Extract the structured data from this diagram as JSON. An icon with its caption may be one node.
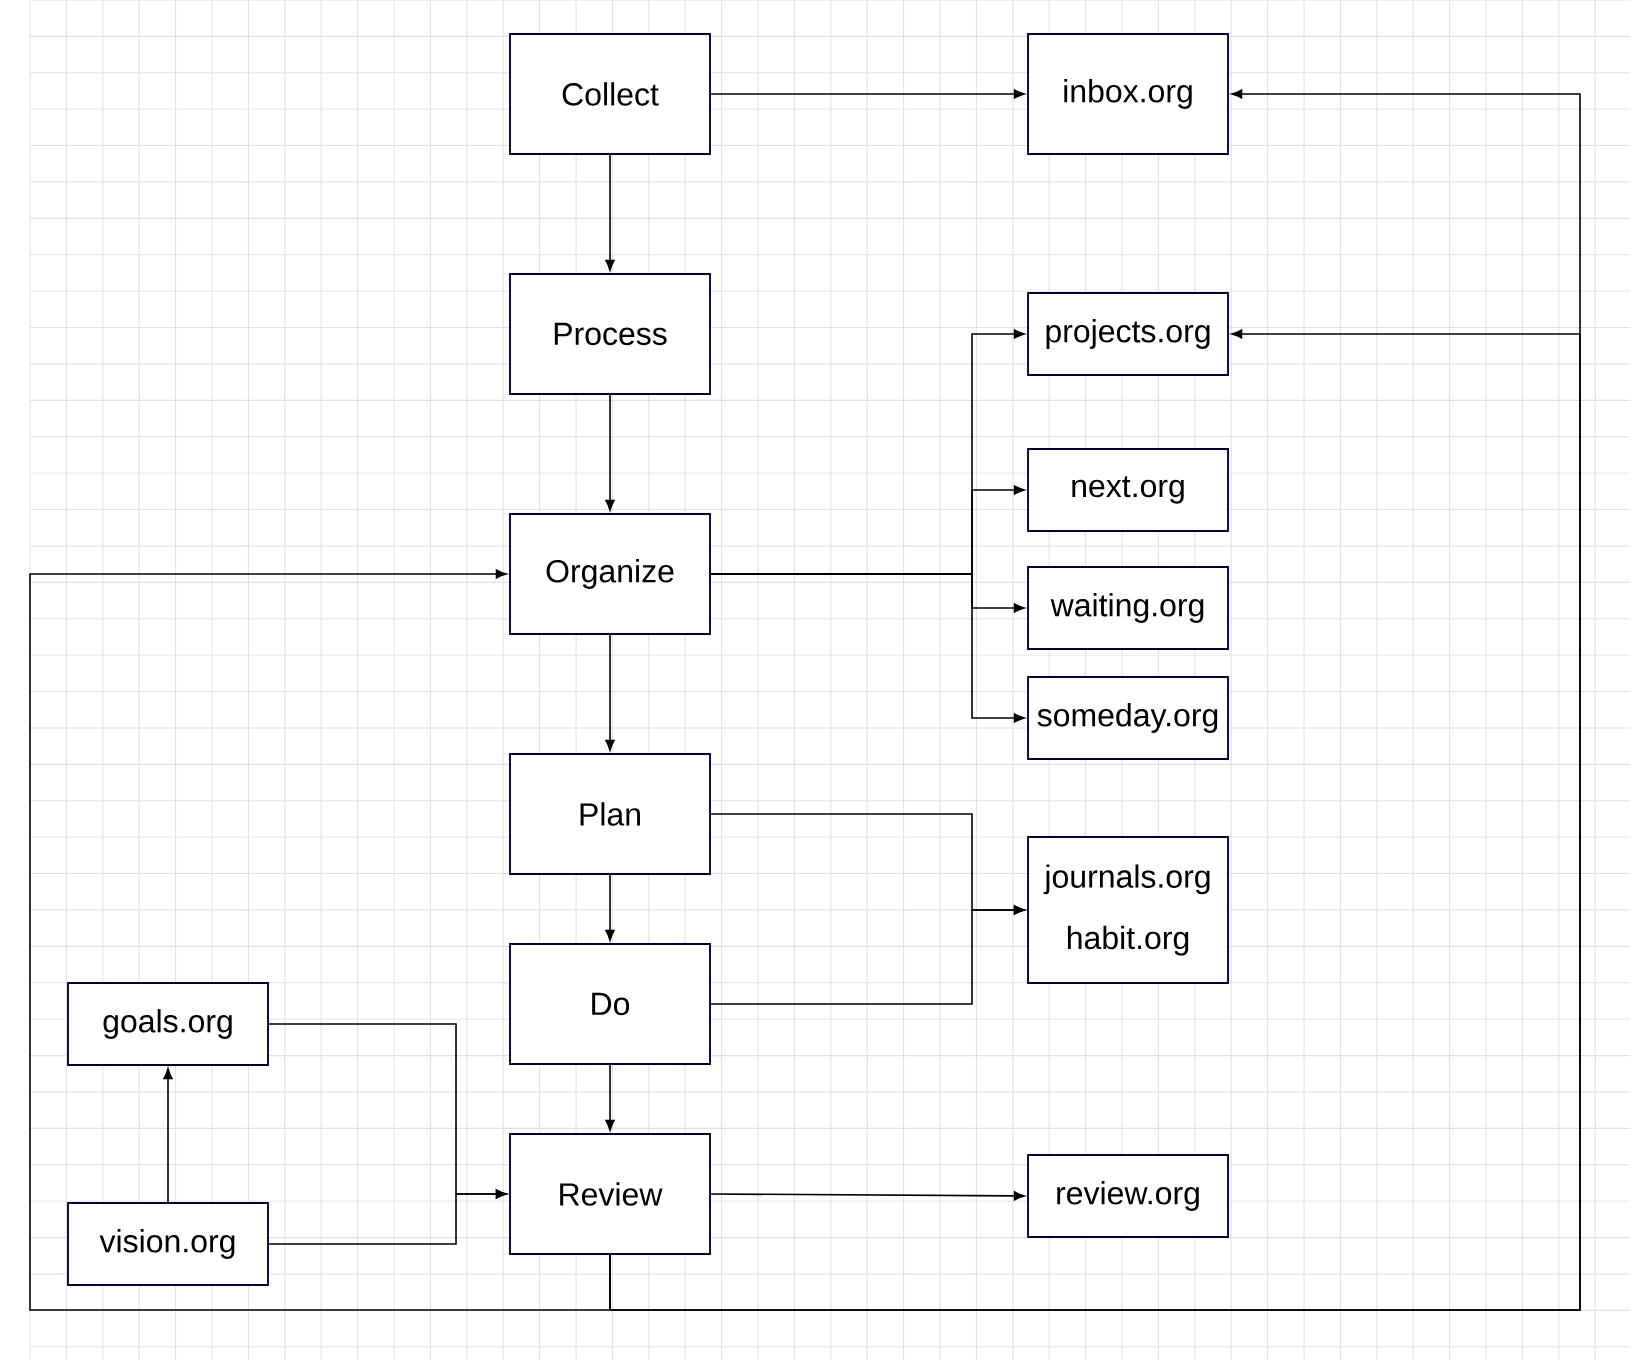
{
  "diagram": {
    "nodes": [
      {
        "text": [
          "Collect"
        ]
      },
      {
        "text": [
          "Process"
        ]
      },
      {
        "text": [
          "Organize"
        ]
      },
      {
        "text": [
          "Plan"
        ]
      },
      {
        "text": [
          "Do"
        ]
      },
      {
        "text": [
          "Review"
        ]
      },
      {
        "text": [
          "inbox.org"
        ]
      },
      {
        "text": [
          "projects.org"
        ]
      },
      {
        "text": [
          "next.org"
        ]
      },
      {
        "text": [
          "waiting.org"
        ]
      },
      {
        "text": [
          "someday.org"
        ]
      },
      {
        "text": [
          "journals.org",
          "habit.org"
        ]
      },
      {
        "text": [
          "review.org"
        ]
      },
      {
        "text": [
          "goals.org"
        ]
      },
      {
        "text": [
          "vision.org"
        ]
      }
    ],
    "edges": [
      {
        "from": 0,
        "to": 6,
        "arrow": "to"
      },
      {
        "from": 0,
        "to": 1,
        "arrow": "to"
      },
      {
        "from": 1,
        "to": 2,
        "arrow": "to"
      },
      {
        "from": 2,
        "to": 3,
        "arrow": "to"
      },
      {
        "from": 3,
        "to": 4,
        "arrow": "to"
      },
      {
        "from": 4,
        "to": 5,
        "arrow": "to"
      },
      {
        "from": 2,
        "to": 7,
        "arrow": "to"
      },
      {
        "from": 2,
        "to": 8,
        "arrow": "to"
      },
      {
        "from": 2,
        "to": 9,
        "arrow": "to"
      },
      {
        "from": 2,
        "to": 10,
        "arrow": "to"
      },
      {
        "from": 3,
        "to": 11,
        "arrow": "to"
      },
      {
        "from": 4,
        "to": 11,
        "arrow": "to"
      },
      {
        "from": 13,
        "to": 5,
        "arrow": "to"
      },
      {
        "from": 14,
        "to": 5,
        "arrow": "to"
      },
      {
        "from": 14,
        "to": 13,
        "arrow": "to"
      },
      {
        "from": 5,
        "to": 12,
        "arrow": "to"
      },
      {
        "from": 5,
        "to": 2,
        "arrow": "to"
      },
      {
        "from": 5,
        "to": 6,
        "arrow": "to"
      },
      {
        "from": 5,
        "to": 7,
        "arrow": "to"
      }
    ]
  }
}
